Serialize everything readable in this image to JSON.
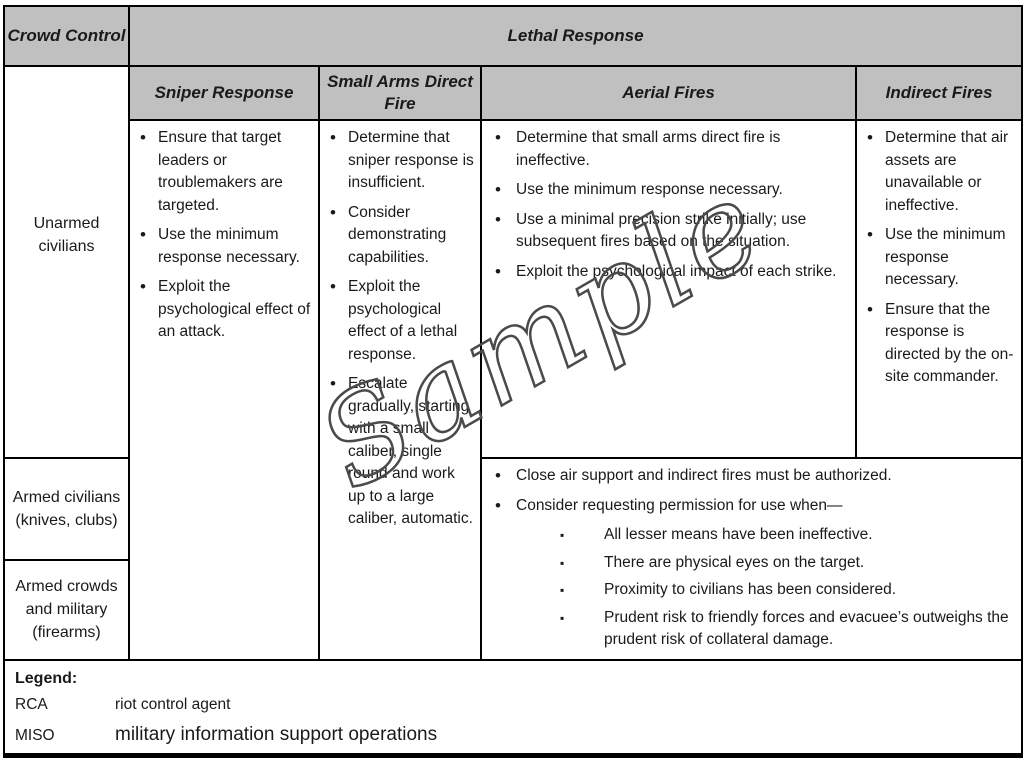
{
  "colors": {
    "header_bg": "#c0c0c0",
    "border": "#000000",
    "text": "#1a1a1a",
    "watermark_stroke": "#4a4a4a"
  },
  "watermark": {
    "text": "Sample"
  },
  "table": {
    "corner_header": "Crowd Control",
    "group_header": "Lethal Response",
    "column_headers": [
      "Sniper Response",
      "Small Arms Direct Fire",
      "Aerial Fires",
      "Indirect Fires"
    ],
    "row_headers": [
      "Unarmed civilians",
      "Armed civilians (knives, clubs)",
      "Armed crowds and military (firearms)"
    ],
    "sniper_response": [
      "Ensure that target leaders or troublemakers are targeted.",
      "Use the minimum response necessary.",
      "Exploit the psychological effect of an attack."
    ],
    "small_arms_direct_fire": [
      "Determine that sniper response is insufficient.",
      "Consider demonstrating capabilities.",
      "Exploit the psychological effect of a lethal response.",
      "Escalate gradually, starting with a small caliber, single round and work up to a large caliber, automatic."
    ],
    "aerial_fires": [
      "Determine that small arms direct fire is ineffective.",
      "Use the minimum response necessary.",
      "Use a minimal precision strike initially; use subsequent fires based on the situation.",
      "Exploit the psychological impact of each strike."
    ],
    "indirect_fires": [
      "Determine that air assets are unavailable or ineffective.",
      "Use the minimum response necessary.",
      "Ensure that the response is directed by the on-site commander."
    ],
    "authorization": {
      "bullets": [
        "Close air support and indirect fires must be authorized.",
        "Consider requesting permission for use when—"
      ],
      "sub_bullets": [
        "All lesser means have been ineffective.",
        "There are physical eyes on the target.",
        "Proximity to civilians has been considered.",
        "Prudent risk to friendly forces and evacuee’s outweighs the prudent risk of collateral damage."
      ]
    }
  },
  "legend": {
    "title": "Legend:",
    "entries": [
      {
        "abbr": "RCA",
        "definition": "riot control agent"
      },
      {
        "abbr": "MISO",
        "definition": "military information support operations"
      }
    ]
  }
}
